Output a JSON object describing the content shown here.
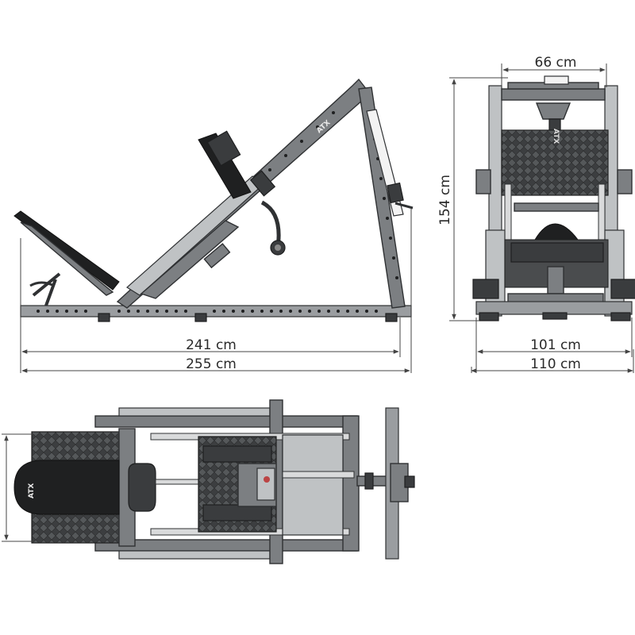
{
  "dimensions": {
    "side_inner_length": "241 cm",
    "side_total_length": "255 cm",
    "front_top_width": "66 cm",
    "front_height": "154 cm",
    "front_inner_width": "101 cm",
    "front_total_width": "110 cm"
  },
  "branding": {
    "logo": "ATX"
  },
  "colors": {
    "frame": "#7c7f82",
    "frame_dark": "#3a3c3e",
    "pad": "#1f2021",
    "rod": "#d9dadb",
    "dimension_line": "#444444"
  }
}
